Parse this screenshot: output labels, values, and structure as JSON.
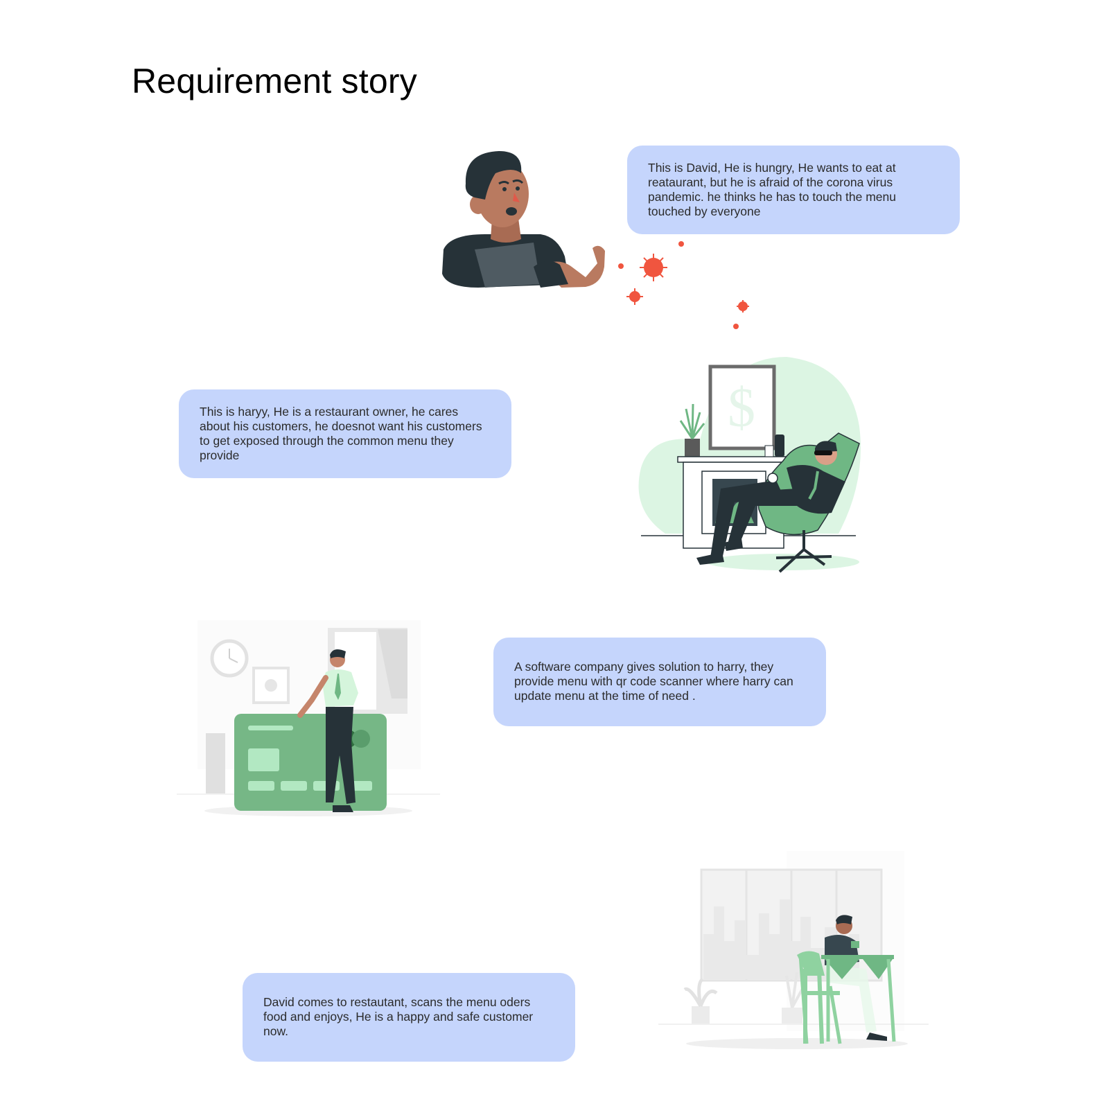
{
  "page": {
    "title": "Requirement story"
  },
  "story": [
    {
      "id": "david-intro",
      "text": "This is David, He is hungry, He wants to eat at reataurant, but he is afraid  of the  corona virus pandemic. he thinks he has to touch the menu touched by everyone",
      "illustration": "worried-man-with-virus"
    },
    {
      "id": "harry-intro",
      "text": "This is haryy, He is a restaurant owner, he cares about his customers, he doesnot want his customers to get exposed through the common menu they provide",
      "illustration": "businessman-in-armchair"
    },
    {
      "id": "solution",
      "text": "A software company gives solution to harry, they provide menu with qr code scanner where harry can update menu at the time of need .",
      "illustration": "man-with-credit-card"
    },
    {
      "id": "happy-customer",
      "text": "David comes to restautant, scans the menu oders food and enjoys, He is a happy and safe customer now.",
      "illustration": "man-eating-at-table"
    }
  ],
  "colors": {
    "bubble": "#c5d5fc",
    "text": "#2b2b2b",
    "accent_green": "#6fb784",
    "light_green": "#dcf5e3",
    "virus_red": "#f0553f",
    "dark": "#263238",
    "skin": "#b97a60"
  }
}
